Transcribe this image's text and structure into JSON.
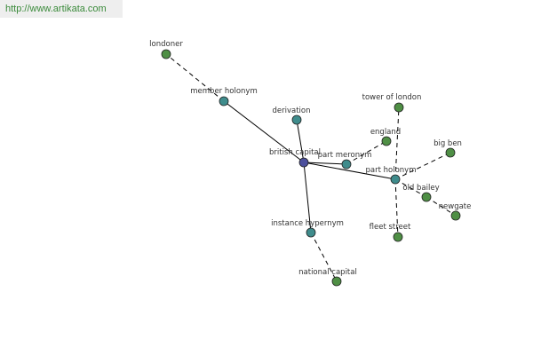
{
  "banner": {
    "url": "http://www.artikata.com"
  },
  "colors": {
    "center": "#4b4f9c",
    "relation": "#3f8c8c",
    "leaf": "#4f8f45"
  },
  "graph": {
    "nodes": [
      {
        "id": "british-capital",
        "label": "british capital",
        "kind": "center"
      },
      {
        "id": "member-holonym",
        "label": "member holonym",
        "kind": "relation"
      },
      {
        "id": "londoner",
        "label": "londoner",
        "kind": "leaf"
      },
      {
        "id": "derivation",
        "label": "derivation",
        "kind": "relation"
      },
      {
        "id": "part-meronym",
        "label": "part meronym",
        "kind": "relation"
      },
      {
        "id": "england",
        "label": "england",
        "kind": "leaf"
      },
      {
        "id": "part-holonym",
        "label": "part holonym",
        "kind": "relation"
      },
      {
        "id": "tower-of-london",
        "label": "tower of london",
        "kind": "leaf"
      },
      {
        "id": "big-ben",
        "label": "big ben",
        "kind": "leaf"
      },
      {
        "id": "old-bailey",
        "label": "old bailey",
        "kind": "leaf"
      },
      {
        "id": "newgate",
        "label": "newgate",
        "kind": "leaf"
      },
      {
        "id": "fleet-street",
        "label": "fleet street",
        "kind": "leaf"
      },
      {
        "id": "instance-hypernym",
        "label": "instance hypernym",
        "kind": "relation"
      },
      {
        "id": "national-capital",
        "label": "national capital",
        "kind": "leaf"
      }
    ],
    "edges": [
      {
        "from": "british-capital",
        "to": "member-holonym",
        "style": "solid"
      },
      {
        "from": "member-holonym",
        "to": "londoner",
        "style": "dashed"
      },
      {
        "from": "british-capital",
        "to": "derivation",
        "style": "solid"
      },
      {
        "from": "british-capital",
        "to": "part-meronym",
        "style": "solid"
      },
      {
        "from": "part-meronym",
        "to": "england",
        "style": "dashed"
      },
      {
        "from": "british-capital",
        "to": "part-holonym",
        "style": "solid"
      },
      {
        "from": "part-holonym",
        "to": "tower-of-london",
        "style": "dashed"
      },
      {
        "from": "part-holonym",
        "to": "big-ben",
        "style": "dashed"
      },
      {
        "from": "part-holonym",
        "to": "old-bailey",
        "style": "dashed"
      },
      {
        "from": "part-holonym",
        "to": "fleet-street",
        "style": "dashed"
      },
      {
        "from": "old-bailey",
        "to": "newgate",
        "style": "dashed"
      },
      {
        "from": "british-capital",
        "to": "instance-hypernym",
        "style": "solid"
      },
      {
        "from": "instance-hypernym",
        "to": "national-capital",
        "style": "dashed"
      }
    ]
  }
}
